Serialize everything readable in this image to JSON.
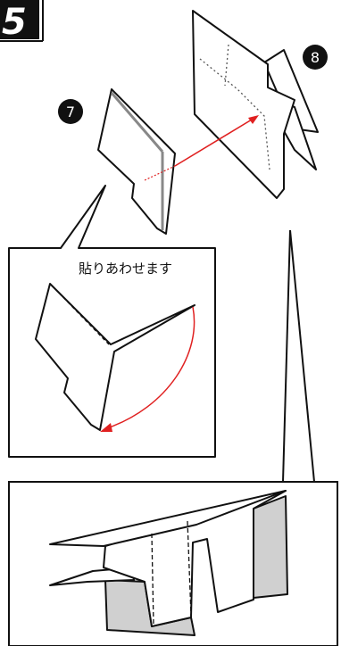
{
  "step_number": "5",
  "substeps": {
    "seven": "7",
    "eight": "8"
  },
  "detail_caption": "貼りあわせます",
  "colors": {
    "ink": "#111111",
    "arrow": "#e02020",
    "shade": "#d0d0d0",
    "badge": "#111111"
  },
  "icons": {
    "move_arrow": "red-arrow-icon",
    "fold_arrow": "red-curved-arrow-icon"
  }
}
